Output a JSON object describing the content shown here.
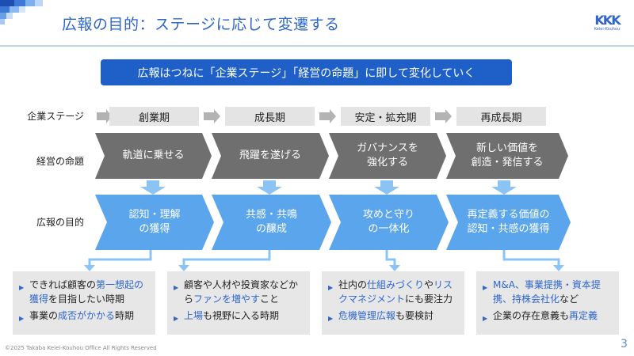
{
  "header": {
    "title": "広報の目的：ステージに応じて変遷する",
    "logo_mark": "KKK",
    "logo_sub": "Keiei-Kouhou"
  },
  "banner": {
    "text": "広報はつねに「企業ステージ」「経営の命題」に即して変化していく"
  },
  "row_labels": {
    "stage": "企業ステージ",
    "mission": "経営の命題",
    "purpose": "広報の目的"
  },
  "stages": [
    "創業期",
    "成長期",
    "安定・拡充期",
    "再成長期"
  ],
  "missions": [
    [
      "軌道に乗せる"
    ],
    [
      "飛躍を遂げる"
    ],
    [
      "ガバナンスを",
      "強化する"
    ],
    [
      "新しい価値を",
      "創造・発信する"
    ]
  ],
  "purposes": [
    [
      "認知・理解",
      "の獲得"
    ],
    [
      "共感・共鳴",
      "の醸成"
    ],
    [
      "攻めと守り",
      "の一体化"
    ],
    [
      "再定義する価値の",
      "認知・共感の獲得"
    ]
  ],
  "panels": [
    {
      "bullets": [
        {
          "pre": "できれば顧客の",
          "hl": "第一想起の獲得",
          "post": "を目指したい時期"
        },
        {
          "pre": "事業の",
          "hl": "成否がかかる",
          "post": "時期"
        }
      ]
    },
    {
      "bullets": [
        {
          "pre": "顧客や人材や投資家などから",
          "hl": "ファンを増やす",
          "post": "こと"
        },
        {
          "pre": "",
          "hl": "上場",
          "post": "も視野に入る時期"
        }
      ]
    },
    {
      "bullets": [
        {
          "pre": "社内の",
          "hl": "仕組みづくり",
          "post": "や",
          "hl2": "リスクマネジメント",
          "post2": "にも要注力"
        },
        {
          "pre": "",
          "hl": "危機管理広報",
          "post": "も要検討"
        }
      ]
    },
    {
      "bullets": [
        {
          "pre": "",
          "hl": "M&A、事業提携・資本提携、持株会社化",
          "post": "など"
        },
        {
          "pre": "企業の存在意義も",
          "hl": "再定義",
          "post": ""
        }
      ]
    }
  ],
  "footer": {
    "copyright": "©2025 Takaba Keiei-Kouhou Office All Rights Reserved",
    "page": "3"
  },
  "colors": {
    "accent": "#2f66c9",
    "banner": "#1e5fc8",
    "mission_fill": "#6f6f6f",
    "purpose_fill": "#5aa5ec",
    "panel": "#e7e7e7"
  }
}
